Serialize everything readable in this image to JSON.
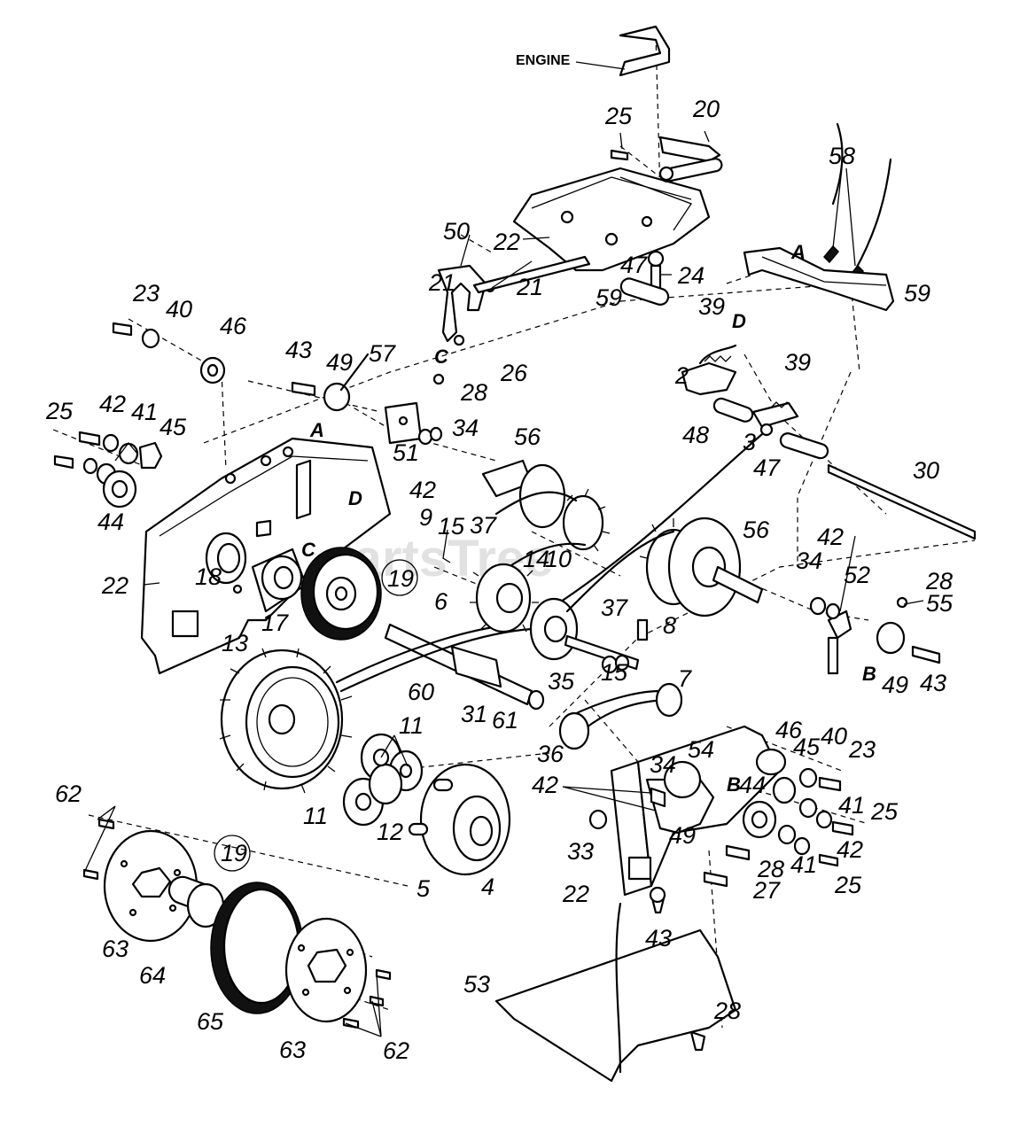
{
  "diagram": {
    "engine_label": "ENGINE",
    "watermark": "PartsTree",
    "callouts": [
      {
        "id": "c-engine-25",
        "text": "25"
      },
      {
        "id": "c-20",
        "text": "20"
      },
      {
        "id": "c-58",
        "text": "58"
      },
      {
        "id": "c-50",
        "text": "50"
      },
      {
        "id": "c-22-top",
        "text": "22"
      },
      {
        "id": "c-21-a",
        "text": "21"
      },
      {
        "id": "c-21-b",
        "text": "21"
      },
      {
        "id": "c-59-a",
        "text": "59"
      },
      {
        "id": "c-24",
        "text": "24"
      },
      {
        "id": "c-A-right",
        "text": "A"
      },
      {
        "id": "c-59-b",
        "text": "59"
      },
      {
        "id": "c-23-left",
        "text": "23"
      },
      {
        "id": "c-40-left",
        "text": "40"
      },
      {
        "id": "c-46-left",
        "text": "46"
      },
      {
        "id": "c-C-upper",
        "text": "C"
      },
      {
        "id": "c-26",
        "text": "26"
      },
      {
        "id": "c-47-top",
        "text": "47"
      },
      {
        "id": "c-39-a",
        "text": "39"
      },
      {
        "id": "c-D-right",
        "text": "D"
      },
      {
        "id": "c-39-b",
        "text": "39"
      },
      {
        "id": "c-43-top",
        "text": "43"
      },
      {
        "id": "c-49-top",
        "text": "49"
      },
      {
        "id": "c-57",
        "text": "57"
      },
      {
        "id": "c-28-top",
        "text": "28"
      },
      {
        "id": "c-2",
        "text": "2"
      },
      {
        "id": "c-48",
        "text": "48"
      },
      {
        "id": "c-3",
        "text": "3"
      },
      {
        "id": "c-25-left",
        "text": "25"
      },
      {
        "id": "c-42-left",
        "text": "42"
      },
      {
        "id": "c-41-left",
        "text": "41"
      },
      {
        "id": "c-45-left",
        "text": "45"
      },
      {
        "id": "c-A-left",
        "text": "A"
      },
      {
        "id": "c-51",
        "text": "51"
      },
      {
        "id": "c-34-top",
        "text": "34"
      },
      {
        "id": "c-42-mid",
        "text": "42"
      },
      {
        "id": "c-56-top",
        "text": "56"
      },
      {
        "id": "c-47-right",
        "text": "47"
      },
      {
        "id": "c-30",
        "text": "30"
      },
      {
        "id": "c-44-left",
        "text": "44"
      },
      {
        "id": "c-D-left",
        "text": "D"
      },
      {
        "id": "c-C-left",
        "text": "C"
      },
      {
        "id": "c-9",
        "text": "9"
      },
      {
        "id": "c-15-top",
        "text": "15"
      },
      {
        "id": "c-37-top",
        "text": "37"
      },
      {
        "id": "c-14",
        "text": "14"
      },
      {
        "id": "c-10",
        "text": "10"
      },
      {
        "id": "c-56-right",
        "text": "56"
      },
      {
        "id": "c-42-right",
        "text": "42"
      },
      {
        "id": "c-34-right",
        "text": "34"
      },
      {
        "id": "c-52",
        "text": "52"
      },
      {
        "id": "c-28-right",
        "text": "28"
      },
      {
        "id": "c-55",
        "text": "55"
      },
      {
        "id": "c-22-left",
        "text": "22"
      },
      {
        "id": "c-18",
        "text": "18"
      },
      {
        "id": "c-17",
        "text": "17"
      },
      {
        "id": "c-19-top",
        "text": "19"
      },
      {
        "id": "c-6",
        "text": "6"
      },
      {
        "id": "c-37-mid",
        "text": "37"
      },
      {
        "id": "c-8",
        "text": "8"
      },
      {
        "id": "c-B-right",
        "text": "B"
      },
      {
        "id": "c-49-right",
        "text": "49"
      },
      {
        "id": "c-43-right",
        "text": "43"
      },
      {
        "id": "c-13",
        "text": "13"
      },
      {
        "id": "c-60",
        "text": "60"
      },
      {
        "id": "c-31",
        "text": "31"
      },
      {
        "id": "c-15-mid",
        "text": "15"
      },
      {
        "id": "c-35",
        "text": "35"
      },
      {
        "id": "c-7",
        "text": "7"
      },
      {
        "id": "c-61",
        "text": "61"
      },
      {
        "id": "c-11-top",
        "text": "11"
      },
      {
        "id": "c-36",
        "text": "36"
      },
      {
        "id": "c-46-right",
        "text": "46"
      },
      {
        "id": "c-45-right",
        "text": "45"
      },
      {
        "id": "c-40-right",
        "text": "40"
      },
      {
        "id": "c-23-right",
        "text": "23"
      },
      {
        "id": "c-62-top",
        "text": "62"
      },
      {
        "id": "c-11-left",
        "text": "11"
      },
      {
        "id": "c-12",
        "text": "12"
      },
      {
        "id": "c-5",
        "text": "5"
      },
      {
        "id": "c-4",
        "text": "4"
      },
      {
        "id": "c-34-bot",
        "text": "34"
      },
      {
        "id": "c-54",
        "text": "54"
      },
      {
        "id": "c-42-bot",
        "text": "42"
      },
      {
        "id": "c-B-bot",
        "text": "B"
      },
      {
        "id": "c-44-right",
        "text": "44"
      },
      {
        "id": "c-41-r1",
        "text": "41"
      },
      {
        "id": "c-25-r1",
        "text": "25"
      },
      {
        "id": "c-42-r2",
        "text": "42"
      },
      {
        "id": "c-33",
        "text": "33"
      },
      {
        "id": "c-28-bot",
        "text": "28"
      },
      {
        "id": "c-41-r2",
        "text": "41"
      },
      {
        "id": "c-25-r2",
        "text": "25"
      },
      {
        "id": "c-27",
        "text": "27"
      },
      {
        "id": "c-19-bot",
        "text": "19"
      },
      {
        "id": "c-22-bot",
        "text": "22"
      },
      {
        "id": "c-49-bot",
        "text": "49"
      },
      {
        "id": "c-43-bot",
        "text": "43"
      },
      {
        "id": "c-63-left",
        "text": "63"
      },
      {
        "id": "c-64",
        "text": "64"
      },
      {
        "id": "c-53",
        "text": "53"
      },
      {
        "id": "c-65",
        "text": "65"
      },
      {
        "id": "c-63-bot",
        "text": "63"
      },
      {
        "id": "c-62-bot",
        "text": "62"
      },
      {
        "id": "c-28-floor",
        "text": "28"
      }
    ]
  }
}
